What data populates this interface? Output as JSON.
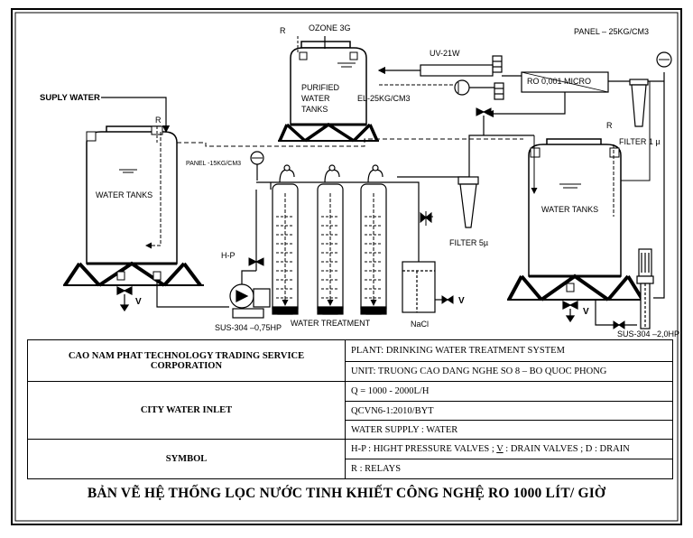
{
  "diagram": {
    "labels": {
      "supply_water": "SUPLY WATER",
      "ozone": "OZONE 3G",
      "relay_r1": "R",
      "relay_r2": "R",
      "relay_r3": "R",
      "purified_1": "PURIFIED",
      "purified_2": "WATER",
      "purified_3": "TANKS",
      "panel_partial": "EL-25KG/CM3",
      "uv": "UV-21W",
      "ro": "RO 0,001 MICRO",
      "panel_top": "PANEL – 25KG/CM3",
      "panel_left": "PANEL -15KG/CM3",
      "filter_1": "FILTER 1 µ",
      "filter_5": "FILTER  5µ",
      "water_tanks_left": "WATER TANKS",
      "water_tanks_right": "WATER TANKS",
      "hp": "H-P",
      "pump_left": "SUS-304 –0,75HP",
      "pump_right": "SUS-304 –2,0HP",
      "water_treatment": "WATER TREATMENT",
      "nacl": "NaCl",
      "v_left": "V",
      "v_mid": "V",
      "v_right": "V"
    }
  },
  "title_block": {
    "company": "CAO NAM PHAT TECHNOLOGY TRADING SERVICE CORPORATION",
    "plant": "PLANT: DRINKING WATER TREATMENT SYSTEM",
    "unit": "UNIT: TRUONG CAO DANG NGHE SO 8 – BO QUOC PHONG",
    "city_water": "CITY WATER INLET",
    "q": "Q = 1000 - 2000L/H",
    "qcvn": "QCVN6-1:2010/BYT",
    "water_supply": "WATER SUPPLY : WATER",
    "symbol": "SYMBOL",
    "legend_hp": "H-P : HIGHT PRESSURE VALVES ; ",
    "legend_v": "V",
    "legend_rest": " : DRAIN VALVES  ; D : DRAIN",
    "relays": "R : RELAYS"
  },
  "footer": "BẢN VẼ HỆ THỐNG LỌC NƯỚC TINH KHIẾT CÔNG NGHỆ RO 1000 LÍT/ GIỜ"
}
